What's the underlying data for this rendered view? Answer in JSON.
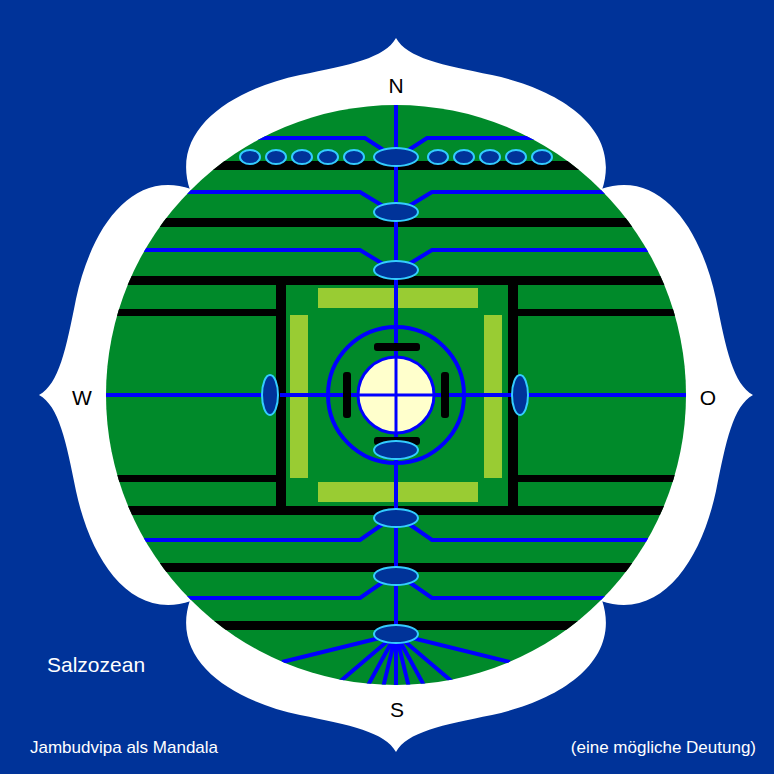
{
  "diagram": {
    "title": "Jambudvipa als Mandala",
    "caption": "(eine mögliche Deutung)",
    "labels": [
      "N",
      "W",
      "O",
      "S",
      "Salzozean"
    ]
  }
}
